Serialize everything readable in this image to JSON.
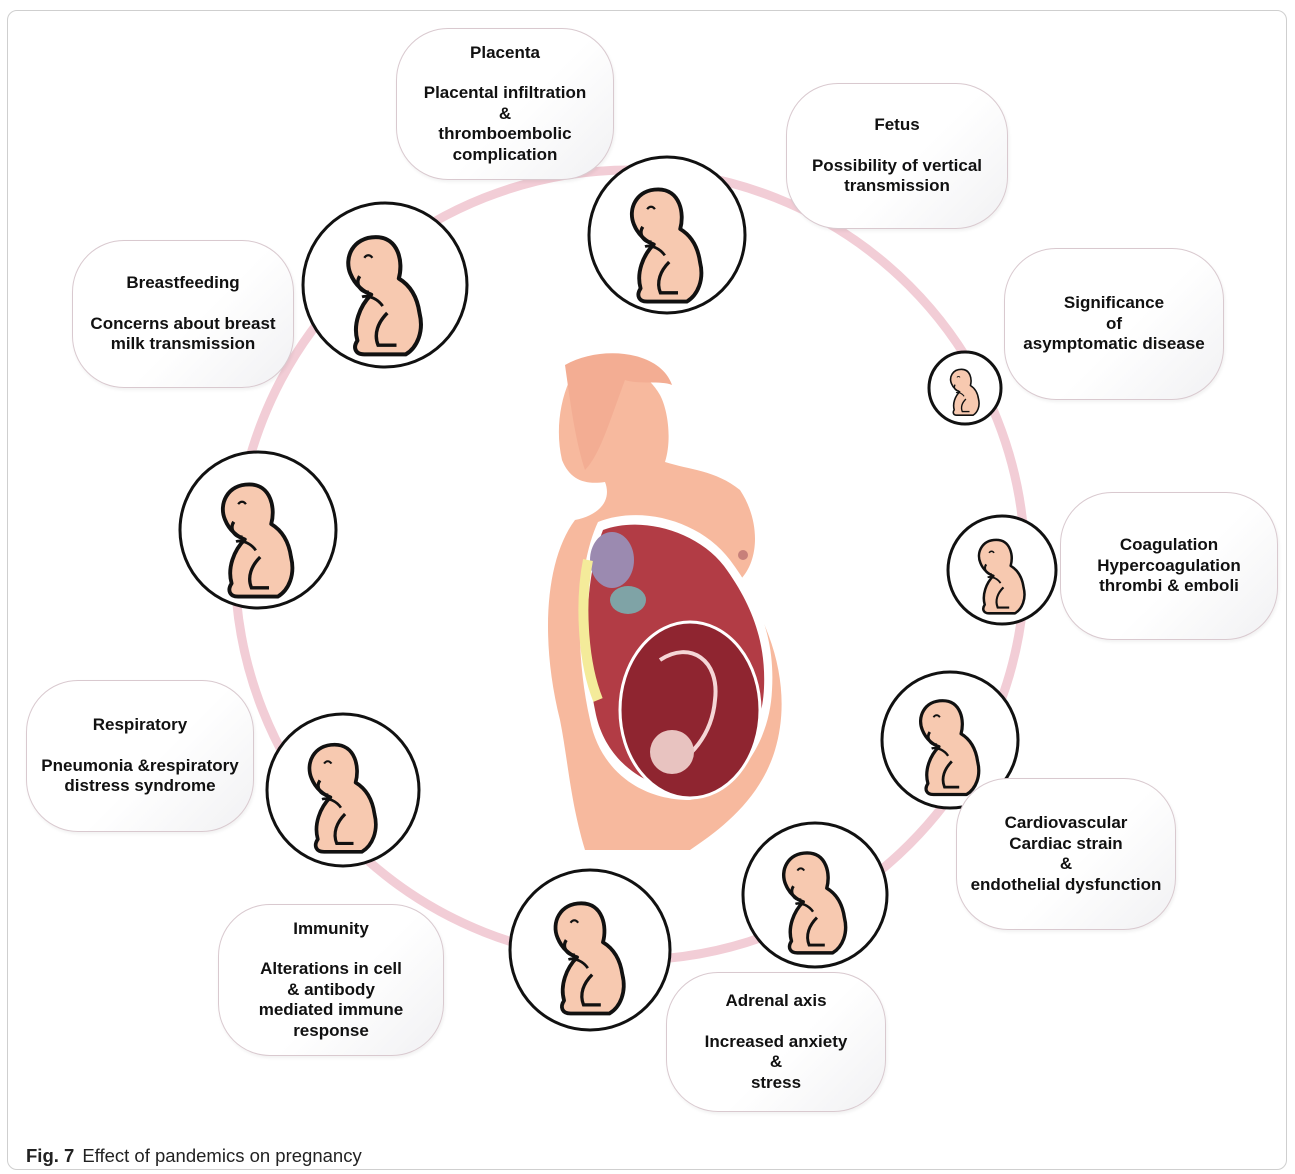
{
  "caption": {
    "label": "Fig. 7",
    "text": "Effect of pandemics on pregnancy"
  },
  "boxes": {
    "placenta": {
      "title": "Placenta",
      "desc": "Placental infiltration\n&\nthromboembolic\ncomplication"
    },
    "fetus": {
      "title": "Fetus",
      "desc": "Possibility of vertical\ntransmission"
    },
    "breastfeeding": {
      "title": "Breastfeeding",
      "desc": "Concerns about breast\nmilk transmission"
    },
    "asymptomatic": {
      "title": "",
      "desc": "Significance\nof\nasymptomatic disease"
    },
    "coagulation": {
      "title": "",
      "desc": "Coagulation\nHypercoagulation\nthrombi & emboli"
    },
    "respiratory": {
      "title": "Respiratory",
      "desc": "Pneumonia &respiratory\ndistress syndrome"
    },
    "cardiovascular": {
      "title": "",
      "desc": "Cardiovascular\nCardiac strain\n&\nendothelial dysfunction"
    },
    "immunity": {
      "title": "Immunity",
      "desc": "Alterations in cell\n& antibody\nmediated immune\nresponse"
    },
    "adrenal": {
      "title": "Adrenal axis",
      "desc": "Increased anxiety\n&\nstress"
    }
  },
  "colors": {
    "ring": "#f2cdd6",
    "skin": "#f7c9b0",
    "uterus": "#b23c45",
    "outline": "#111111"
  }
}
